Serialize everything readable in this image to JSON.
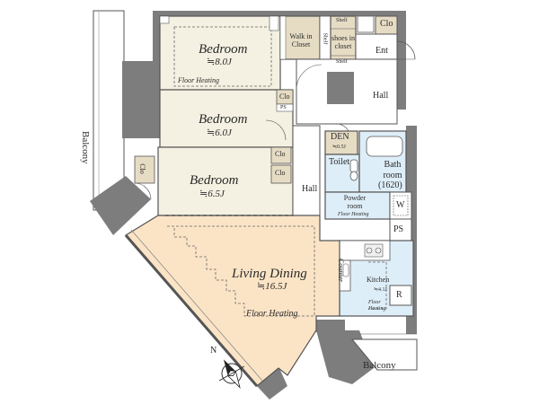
{
  "rooms": {
    "bedroom1": {
      "name": "Bedroom",
      "size": "≒8.0J",
      "note": "Floor Heating"
    },
    "bedroom2": {
      "name": "Bedroom",
      "size": "≒6.0J"
    },
    "bedroom3": {
      "name": "Bedroom",
      "size": "≒6.5J"
    },
    "living": {
      "name": "Living Dining",
      "size": "≒16.5J",
      "note": "Floor Heating"
    },
    "kitchen": {
      "name": "Kitchen",
      "size": "≒4.1J",
      "note": "Floor Heating"
    },
    "bath": {
      "name": "Bath room",
      "size": "(1620)"
    },
    "den": {
      "name": "DEN",
      "size": "≒0.5J"
    },
    "powder": {
      "name": "Powder room",
      "note": "Floor Heating"
    },
    "toilet": {
      "name": "Toilet"
    },
    "walkin": {
      "name": "Walk in Closet"
    },
    "shoes": {
      "name": "shoes in closet"
    },
    "entrance": {
      "name": "Ent"
    }
  },
  "labels": {
    "balcony_west": "Balcony",
    "balcony_south": "Balcony",
    "hall_upper": "Hall",
    "hall_lower": "Hall",
    "counter": "Counter",
    "clo": "Clo",
    "ps": "PS",
    "shelf": "Shelf",
    "washer": "W",
    "fridge": "R",
    "compass_n": "N"
  },
  "colors": {
    "bedroom_fill": "#f4f1e2",
    "living_fill": "#fbe4c6",
    "wet_fill": "#deeef8",
    "closet_fill": "#e6dcc4",
    "wall": "#8a8a8a",
    "wall_dark": "#6e6e6e",
    "line": "#333333"
  }
}
